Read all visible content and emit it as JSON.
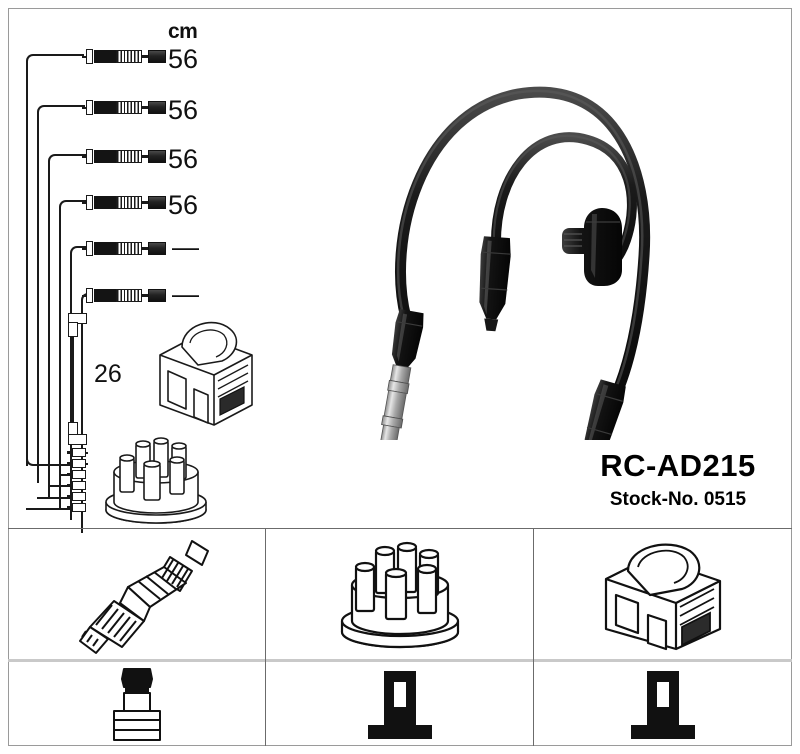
{
  "product": {
    "code": "RC-AD215",
    "stock_label": "Stock-No. 0515"
  },
  "measurements": {
    "unit": "cm",
    "dash": "—",
    "rows": [
      {
        "id": "lead-1",
        "value": "56"
      },
      {
        "id": "lead-2",
        "value": "56"
      },
      {
        "id": "lead-3",
        "value": "56"
      },
      {
        "id": "lead-4",
        "value": "56"
      },
      {
        "id": "lead-5",
        "value": "—"
      },
      {
        "id": "lead-6",
        "value": "—"
      }
    ],
    "coil_lead": "26"
  },
  "schematic": {
    "cable_count": 6,
    "coil_icon": "ignition-coil",
    "distributor_icon": "distributor-cap",
    "short_lead_icon": "coil-lead"
  },
  "photo": {
    "icon": "ignition-cable-set-photo",
    "cable_count": 2
  },
  "panels": [
    {
      "id": "spark-plug",
      "top_icon": "spark-plug-icon",
      "bottom_icon": "spark-plug-boot-icon"
    },
    {
      "id": "distributor",
      "top_icon": "distributor-cap-icon",
      "bottom_icon": "distributor-terminal-icon"
    },
    {
      "id": "coil",
      "top_icon": "ignition-coil-icon",
      "bottom_icon": "coil-terminal-icon"
    }
  ],
  "colors": {
    "ink": "#111111",
    "frame": "#9a9a9a",
    "divider": "#6b6b6b",
    "soft_divider": "#c9c9c9",
    "background": "#ffffff"
  }
}
